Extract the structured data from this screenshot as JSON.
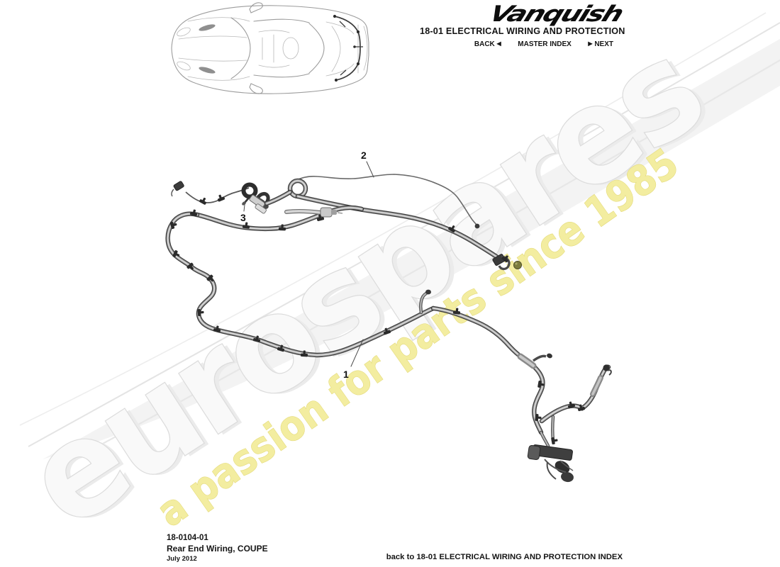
{
  "header": {
    "logo_text": "Vanquish",
    "section_title": "18-01 ELECTRICAL WIRING AND PROTECTION",
    "nav": {
      "back_label": "BACK",
      "back_arrow": "◀",
      "master_index_label": "MASTER INDEX",
      "next_arrow": "▶",
      "next_label": "NEXT"
    }
  },
  "diagram": {
    "callouts": [
      {
        "number": "1"
      },
      {
        "number": "2"
      },
      {
        "number": "3"
      }
    ]
  },
  "watermark": {
    "brand": "eurospares",
    "tagline": "a passion for parts since 1985",
    "brand_color": "#f9f9f9",
    "tagline_color": "#f3eda0"
  },
  "footer": {
    "part_number": "18-0104-01",
    "diagram_title": "Rear End Wiring, COUPE",
    "date": "July 2012",
    "back_link": "back to 18-01 ELECTRICAL WIRING AND PROTECTION INDEX"
  }
}
